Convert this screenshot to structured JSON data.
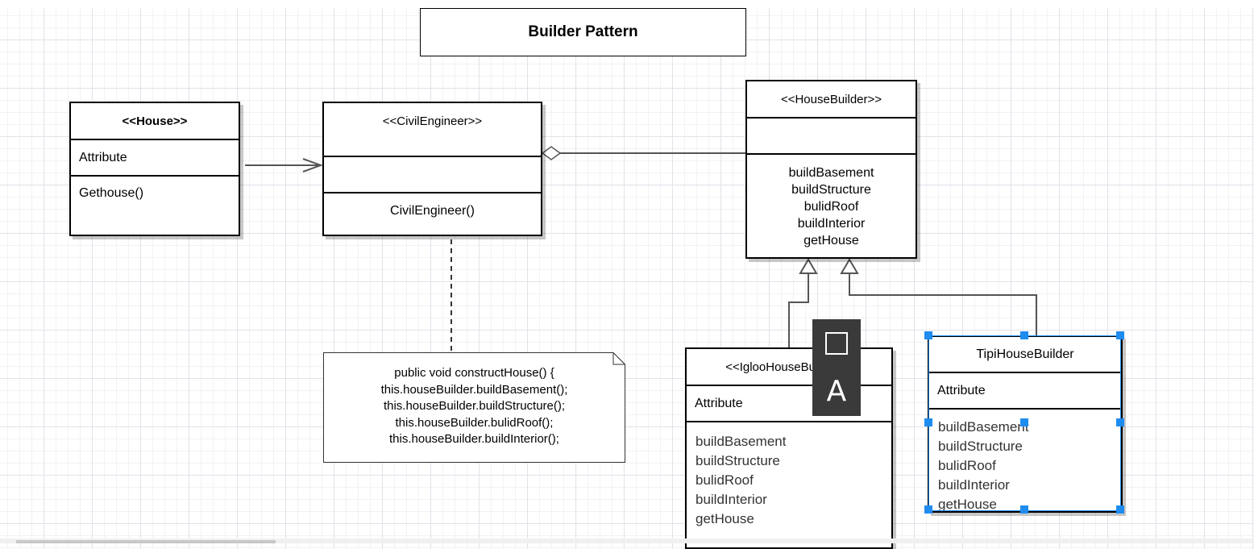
{
  "diagram": {
    "title": "Builder Pattern",
    "house": {
      "name": "<<House>>",
      "attributes": "Attribute",
      "methods": "Gethouse()"
    },
    "civil_engineer": {
      "name": "<<CivilEngineer>>",
      "attributes": "",
      "methods": "CivilEngineer()"
    },
    "house_builder": {
      "name": "<<HouseBuilder>>",
      "attributes": "",
      "methods": [
        "buildBasement",
        "buildStructure",
        "bulidRoof",
        "buildInterior",
        "getHouse"
      ]
    },
    "igloo_builder": {
      "name": "<<IglooHouseBuilder>>",
      "attributes": "Attribute",
      "methods": [
        "buildBasement",
        "buildStructure",
        "bulidRoof",
        "buildInterior",
        "getHouse"
      ]
    },
    "tipi_builder": {
      "name": "TipiHouseBuilder",
      "attributes": "Attribute",
      "methods": [
        "buildBasement",
        "buildStructure",
        "bulidRoof",
        "buildInterior",
        "getHouse"
      ]
    },
    "note": {
      "lines": [
        "public void constructHouse() {",
        "this.houseBuilder.buildBasement();",
        "this.houseBuilder.buildStructure();",
        "this.houseBuilder.bulidRoof();",
        "this.houseBuilder.buildInterior();"
      ]
    }
  },
  "toolbar": {
    "shape_icon": "square-icon",
    "text_label": "A"
  },
  "colors": {
    "selection": "#1e8cf0",
    "connector": "#555555",
    "toolbar_bg": "#3a3a3a"
  }
}
